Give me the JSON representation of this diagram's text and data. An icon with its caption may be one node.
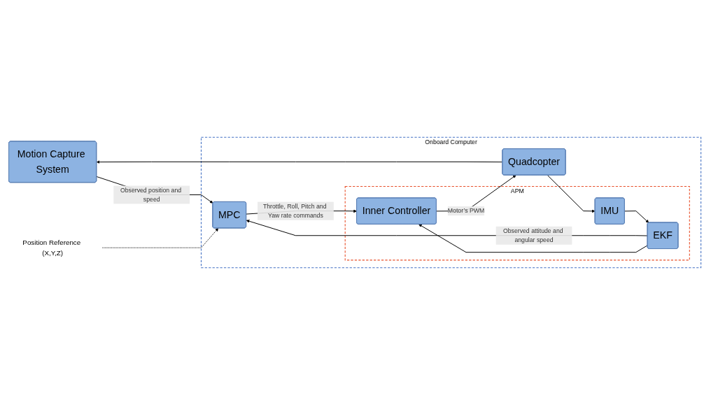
{
  "diagram": {
    "nodes": [
      {
        "text": [
          "Motion Capture System"
        ]
      },
      {
        "text": [
          "Position Reference (X,Y,Z)"
        ]
      },
      {
        "text": [
          "Onboard Computer"
        ]
      },
      {
        "text": [
          "MPC"
        ],
        "in": 2
      },
      {
        "text": [
          "APM"
        ],
        "in": 2
      },
      {
        "text": [
          "Inner Controller"
        ],
        "in": 4
      },
      {
        "text": [
          "Quadcopter"
        ],
        "in": 2
      },
      {
        "text": [
          "EKF"
        ],
        "in": 4
      },
      {
        "text": [
          "IMU"
        ],
        "in": 4
      }
    ],
    "edges": [
      {
        "from": 0,
        "to": 3,
        "arrow": "to",
        "label": "Observed position and speed"
      },
      {
        "from": 1,
        "to": 3,
        "arrow": "to",
        "style": "dashed"
      },
      {
        "from": 3,
        "to": 5,
        "arrow": "to",
        "label": "Throttle, Roll, Pitch and Yaw rate commands"
      },
      {
        "from": 5,
        "to": 6,
        "arrow": "to",
        "label": "Motor’s PWM"
      },
      {
        "from": 6,
        "to": 0,
        "arrow": "to"
      },
      {
        "from": 6,
        "to": 8,
        "arrow": "to"
      },
      {
        "from": 8,
        "to": 7,
        "arrow": "to"
      },
      {
        "from": 7,
        "to": 3,
        "arrow": "to",
        "label": "Observed attitude and angular speed"
      },
      {
        "from": 7,
        "to": 5,
        "arrow": "to"
      }
    ]
  }
}
